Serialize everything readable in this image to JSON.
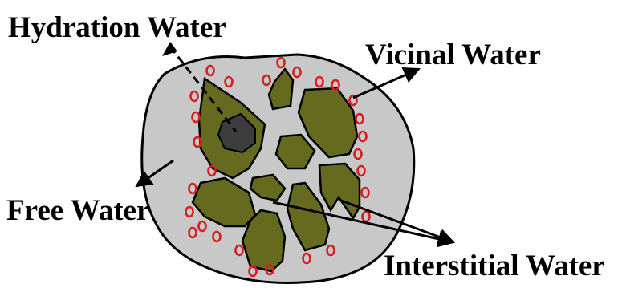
{
  "labels": {
    "hydration": "Hydration Water",
    "vicinal": "Vicinal Water",
    "free": "Free Water",
    "interstitial": "Interstitial Water"
  },
  "colors": {
    "particle_fill": "#c8c8c8",
    "grain_fill": "#666a1e",
    "core_fill": "#3c3c3c",
    "water_marker": "#d81e1e",
    "outline": "#000000"
  }
}
